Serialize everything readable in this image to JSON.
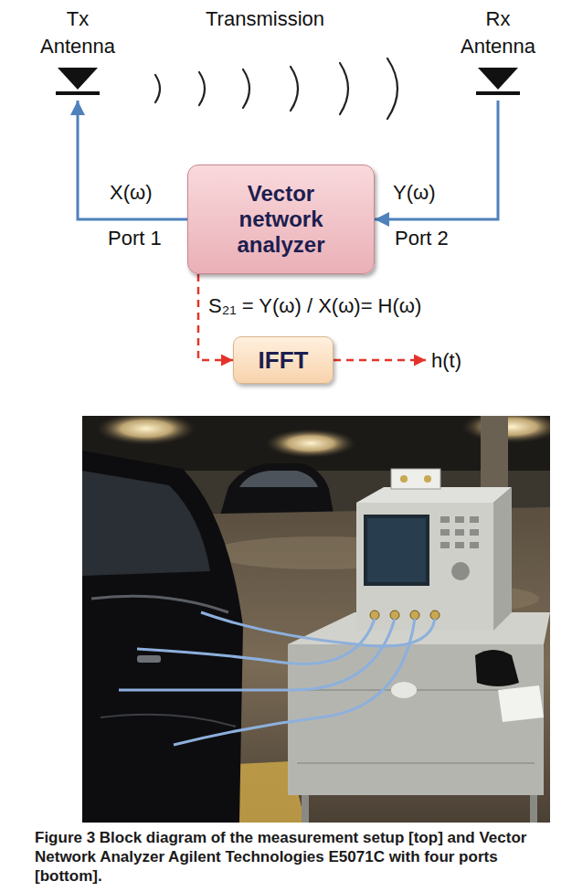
{
  "diagram": {
    "caption": "Figure 3 Block diagram of the measurement setup [top] and Vector Network Analyzer Agilent Technologies E5071C with four ports [bottom].",
    "nodes": [
      {
        "text": [
          "Tx Antenna"
        ]
      },
      {
        "text": [
          "Rx Antenna"
        ]
      },
      {
        "text": [
          "Vector network analyzer"
        ]
      },
      {
        "text": [
          "IFFT"
        ]
      },
      {
        "text": [
          "h(t)"
        ]
      }
    ],
    "edges": [
      {
        "from": 2,
        "to": 0,
        "arrow": "to"
      },
      {
        "from": 1,
        "to": 2,
        "arrow": "to"
      },
      {
        "from": 2,
        "to": 3,
        "arrow": "to"
      },
      {
        "from": 3,
        "to": 4,
        "arrow": "to"
      }
    ],
    "labels": [
      "Transmission",
      "X(ω)",
      "Port 1",
      "Y(ω)",
      "Port 2",
      "S₂₁ = Y(ω) / X(ω)= H(ω)"
    ]
  }
}
